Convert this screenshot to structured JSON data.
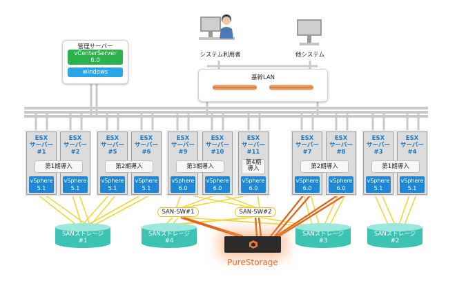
{
  "management": {
    "title": "管理サーバー",
    "vcenter": "vCenterServer\n6.0",
    "vcenter_line1": "vCenterServer",
    "vcenter_line2": "6.0",
    "windows": "windows"
  },
  "terminals": [
    {
      "label": "システム利用者"
    },
    {
      "label": "他システム"
    }
  ],
  "lan": {
    "label": "基幹LAN"
  },
  "servers": [
    {
      "line1": "ESX",
      "line2": "サーバー",
      "num": "#1",
      "vs1": "vSphere",
      "vs2": "5.1"
    },
    {
      "line1": "ESX",
      "line2": "サーバー",
      "num": "#2",
      "vs1": "vSphere",
      "vs2": "5.1"
    },
    {
      "line1": "ESX",
      "line2": "サーバー",
      "num": "#5",
      "vs1": "vSphere",
      "vs2": "5.1"
    },
    {
      "line1": "ESX",
      "line2": "サーバー",
      "num": "#6",
      "vs1": "vSphere",
      "vs2": "5.1"
    },
    {
      "line1": "ESX",
      "line2": "サーバー",
      "num": "#9",
      "vs1": "vSphere",
      "vs2": "6.0"
    },
    {
      "line1": "ESX",
      "line2": "サーバー",
      "num": "#10",
      "vs1": "vSphere",
      "vs2": "6.0"
    },
    {
      "line1": "ESX",
      "line2": "サーバー",
      "num": "#11",
      "vs1": "vSphere",
      "vs2": "6.0"
    },
    {
      "line1": "ESX",
      "line2": "サーバー",
      "num": "#7",
      "vs1": "vSphere",
      "vs2": "6.0"
    },
    {
      "line1": "ESX",
      "line2": "サーバー",
      "num": "#8",
      "vs1": "vSphere",
      "vs2": "6.0"
    },
    {
      "line1": "ESX",
      "line2": "サーバー",
      "num": "#3",
      "vs1": "vSphere",
      "vs2": "5.1"
    },
    {
      "line1": "ESX",
      "line2": "サーバー",
      "num": "#4",
      "vs1": "vSphere",
      "vs2": "5.1"
    }
  ],
  "phases": [
    {
      "label": "第1期導入"
    },
    {
      "label": "第2期導入"
    },
    {
      "label": "第3期導入"
    },
    {
      "line1": "第4期",
      "line2": "導入"
    },
    {
      "label": "第2期導入"
    },
    {
      "label": "第1期導入"
    }
  ],
  "switches": [
    {
      "label": "SAN-SW#1"
    },
    {
      "label": "SAN-SW#2"
    }
  ],
  "storages": [
    {
      "line1": "SANストレージ",
      "line2": "#1"
    },
    {
      "line1": "SANストレージ",
      "line2": "#4"
    },
    {
      "line1": "SANストレージ",
      "line2": "#3"
    },
    {
      "line1": "SANストレージ",
      "line2": "#2"
    }
  ],
  "purestorage": {
    "label": "PureStorage"
  },
  "colors": {
    "esx_text": "#1a78c2",
    "vsphere": "#1e88d6",
    "vcenter": "#2bb24c",
    "windows": "#2aa5e6",
    "storage": "#3cc3b4",
    "yellow_link": "#f2d63a",
    "orange_link": "#e0661e",
    "purestorage_text": "#f06a2b"
  }
}
